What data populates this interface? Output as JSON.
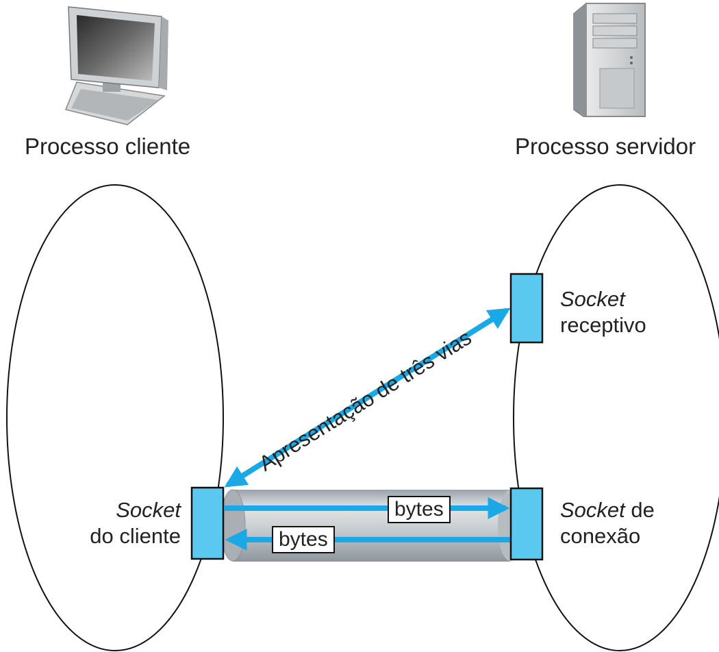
{
  "client": {
    "title": "Processo cliente",
    "icon": "desktop-computer-icon",
    "socket_line1": "Socket",
    "socket_line2": "do cliente"
  },
  "server": {
    "title": "Processo servidor",
    "icon": "server-tower-icon",
    "welcome_line1": "Socket",
    "welcome_line2": "receptivo",
    "conn_line1_italic": "Socket",
    "conn_line1_rest": " de",
    "conn_line2": "conexão"
  },
  "handshake_label": "Apresentação de três vias",
  "bytes_top": "bytes",
  "bytes_bottom": "bytes",
  "colors": {
    "socket_fill": "#5bc8f0",
    "arrow": "#1aa8e6",
    "pipe": "#c9ced2",
    "stroke": "#111111"
  }
}
